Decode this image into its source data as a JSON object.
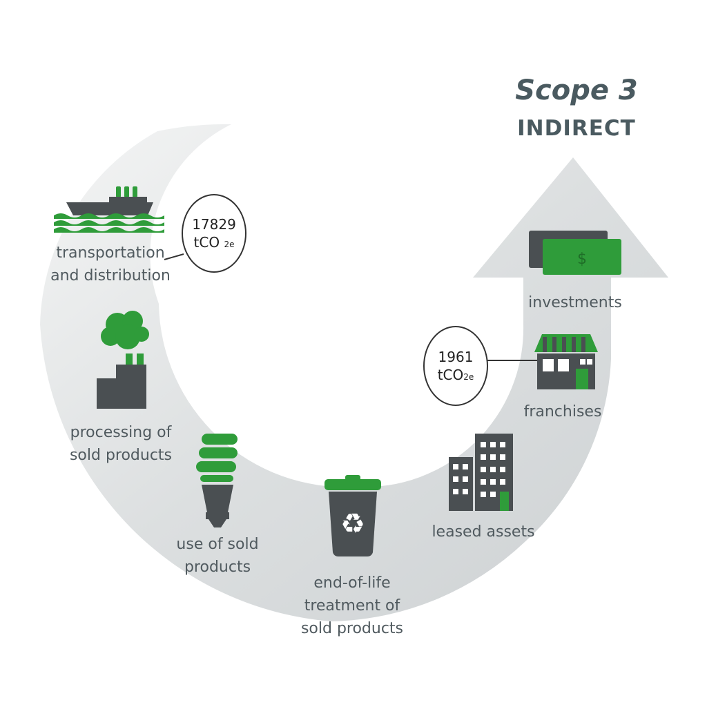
{
  "title": {
    "line1": "Scope 3",
    "line2": "INDIRECT"
  },
  "categories": [
    {
      "lines": [
        "transportation",
        "and distribution"
      ],
      "icon": "cargo-ship-icon"
    },
    {
      "lines": [
        "processing of",
        "sold products"
      ],
      "icon": "factory-icon"
    },
    {
      "lines": [
        "use of sold",
        "products"
      ],
      "icon": "light-bulb-icon"
    },
    {
      "lines": [
        "end-of-life",
        "treatment of",
        "sold products"
      ],
      "icon": "recycle-bin-icon"
    },
    {
      "lines": [
        "leased assets"
      ],
      "icon": "office-building-icon"
    },
    {
      "lines": [
        "franchises"
      ],
      "icon": "storefront-icon"
    },
    {
      "lines": [
        "investments"
      ],
      "icon": "money-icon"
    }
  ],
  "callouts": [
    {
      "value": "17829",
      "unit": "tCO",
      "unit_sub": "2e"
    },
    {
      "value": "1961",
      "unit": "tCO",
      "unit_sub": "2e"
    }
  ],
  "colors": {
    "band": "#d9dcdd",
    "accent_green": "#2f9c3a",
    "icon_dark": "#4a4f52",
    "text": "#505a5f"
  }
}
